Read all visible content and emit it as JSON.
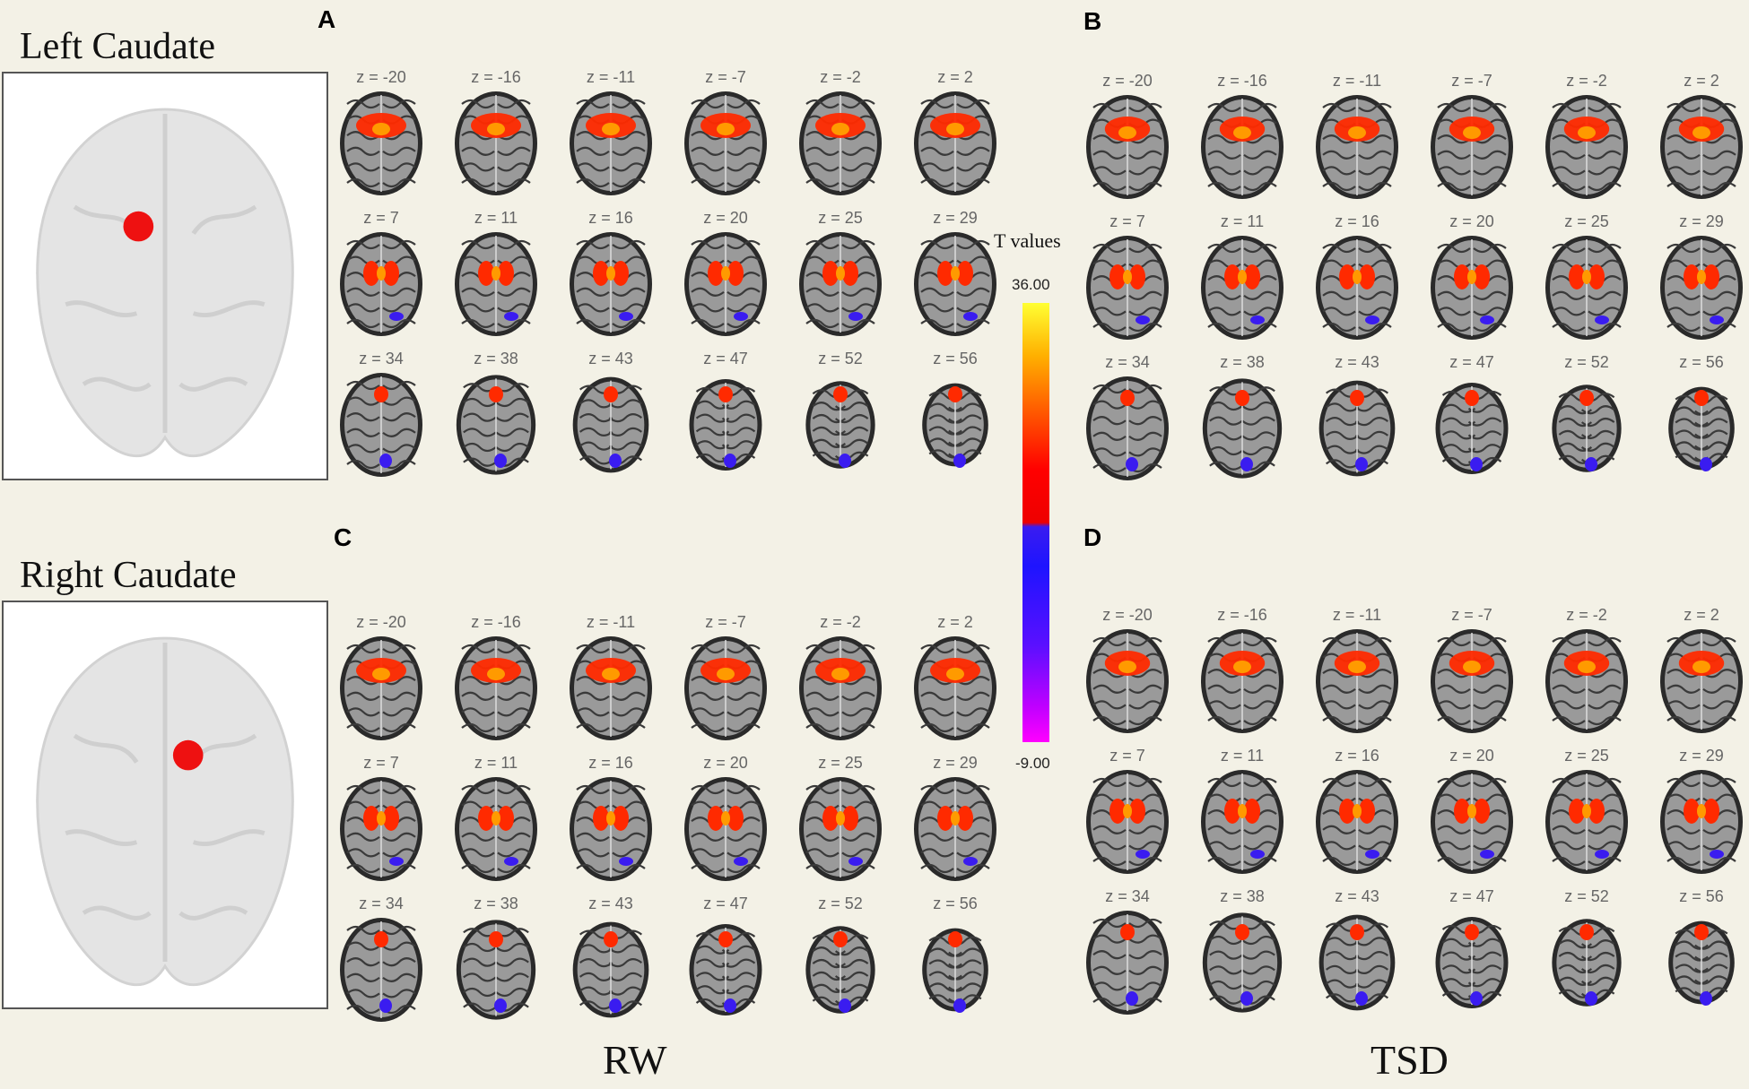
{
  "seeds": [
    {
      "label": "Left Caudate",
      "dot_side": "left"
    },
    {
      "label": "Right Caudate",
      "dot_side": "right"
    }
  ],
  "panels": [
    {
      "letter": "A",
      "group": "RW",
      "seed": "left"
    },
    {
      "letter": "B",
      "group": "TSD",
      "seed": "left"
    },
    {
      "letter": "C",
      "group": "RW",
      "seed": "right"
    },
    {
      "letter": "D",
      "group": "TSD",
      "seed": "right"
    }
  ],
  "slice_labels": [
    "z = -20",
    "z = -16",
    "z = -11",
    "z = -7",
    "z = -2",
    "z = 2",
    "z = 7",
    "z = 11",
    "z = 16",
    "z = 20",
    "z = 25",
    "z = 29",
    "z = 34",
    "z = 38",
    "z = 43",
    "z = 47",
    "z = 52",
    "z = 56"
  ],
  "colorbar": {
    "title": "T values",
    "max": "36.00",
    "min": "-9.00",
    "colors": {
      "positive_high": "#ffff33",
      "positive_mid": "#ff0000",
      "negative_mid": "#1e14ff",
      "negative_low": "#ff00ff"
    }
  },
  "groups": {
    "left": "RW",
    "right": "TSD"
  },
  "colors": {
    "background": "#f3f1e6",
    "seed_dot": "#ee1111",
    "activation": "#ff2a00",
    "deactivation": "#3a1cf0"
  }
}
